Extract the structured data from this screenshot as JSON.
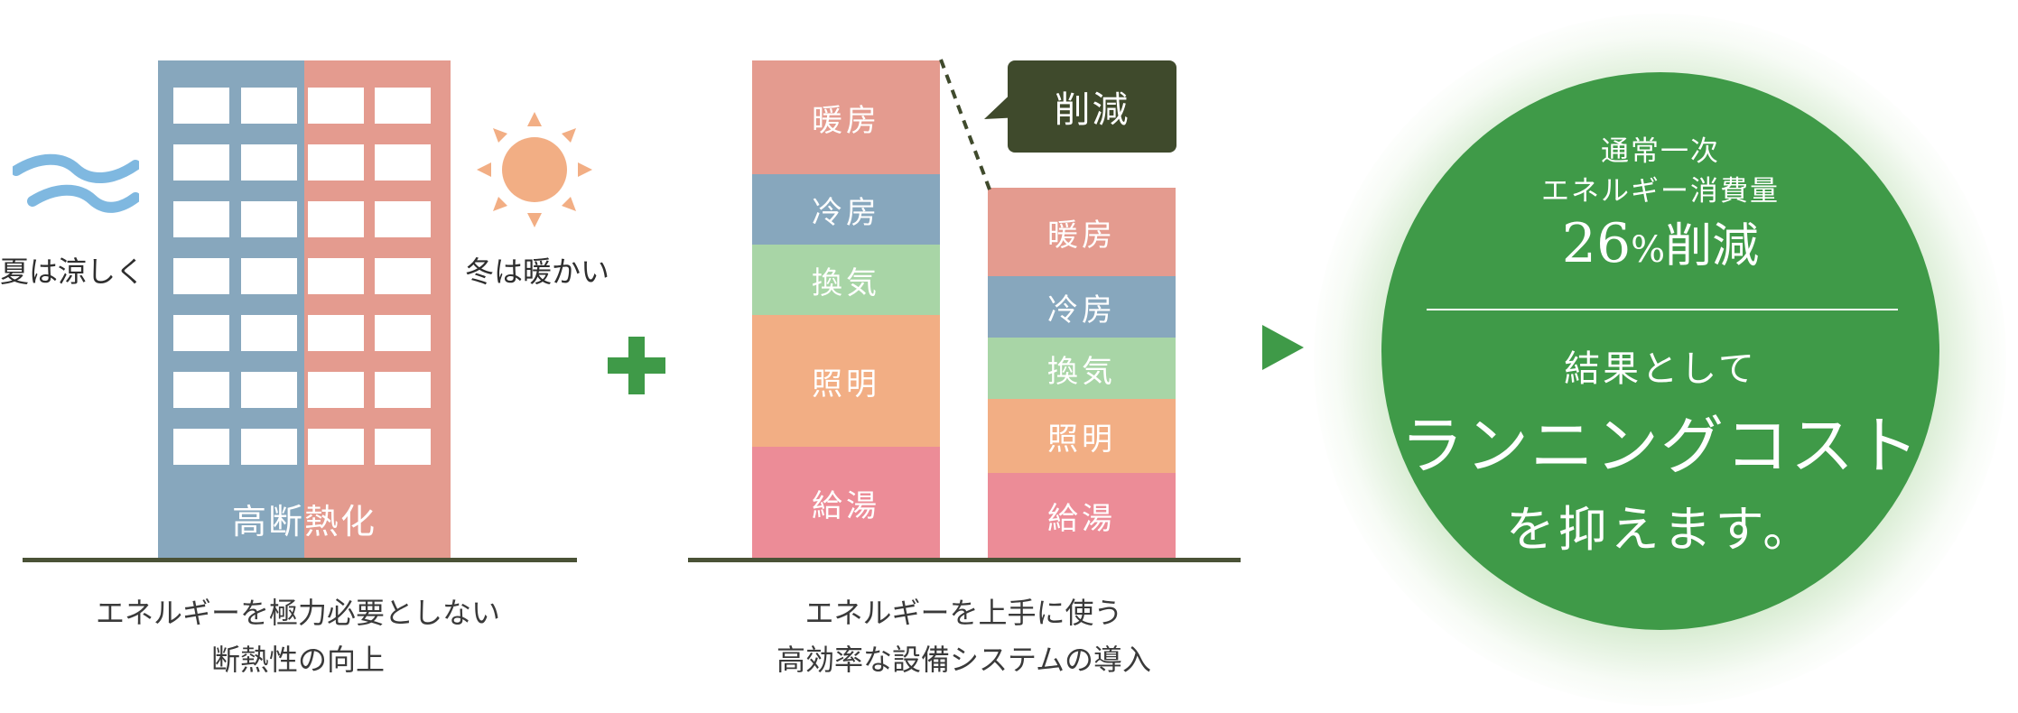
{
  "building": {
    "label": "高断熱化",
    "summer_label": "夏は涼しく",
    "winter_label": "冬は暖かい",
    "caption_line1": "エネルギーを極力必要としない",
    "caption_line2": "断熱性の向上",
    "colors": {
      "left": "#87a7bd",
      "right": "#e49b8f"
    }
  },
  "equipment": {
    "before": [
      {
        "label": "暖房",
        "color": "#e49b8f"
      },
      {
        "label": "冷房",
        "color": "#87a7bd"
      },
      {
        "label": "換気",
        "color": "#a8d5a6"
      },
      {
        "label": "照明",
        "color": "#f2ae84"
      },
      {
        "label": "給湯",
        "color": "#ec8c97"
      }
    ],
    "after": [
      {
        "label": "暖房",
        "color": "#e49b8f"
      },
      {
        "label": "冷房",
        "color": "#87a7bd"
      },
      {
        "label": "換気",
        "color": "#a8d5a6"
      },
      {
        "label": "照明",
        "color": "#f2ae84"
      },
      {
        "label": "給湯",
        "color": "#ec8c97"
      }
    ],
    "reduce_label": "削減",
    "caption_line1": "エネルギーを上手に使う",
    "caption_line2": "高効率な設備システムの導入"
  },
  "result": {
    "line1": "通常一次",
    "line2": "エネルギー消費量",
    "line3_number": "26",
    "line3_unit": "%",
    "line3_suffix": "削減",
    "line4": "結果として",
    "line5": "ランニングコスト",
    "line6": "を抑えます。",
    "color": "#3f9a48"
  },
  "icons": [
    "wave-icon",
    "sun-icon",
    "plus-icon",
    "arrow-right-icon"
  ]
}
